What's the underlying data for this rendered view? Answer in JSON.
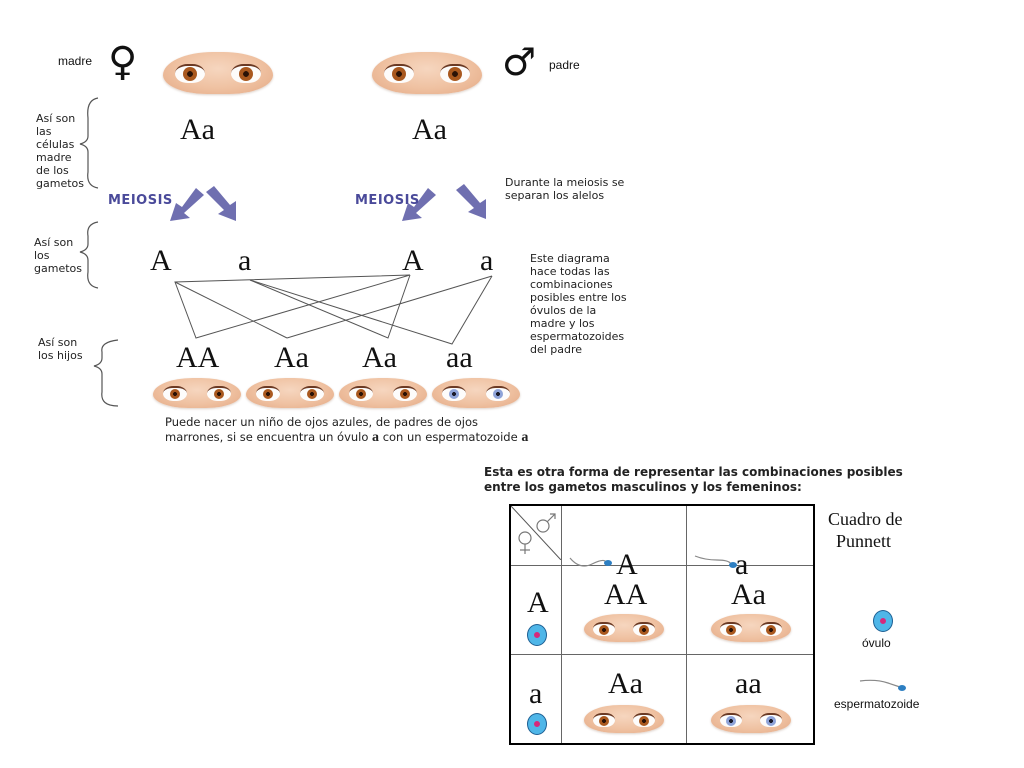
{
  "labels": {
    "madre": "madre",
    "padre": "padre",
    "celulas_madre": [
      "Así son",
      "las",
      "células",
      "madre",
      "de los",
      "gametos"
    ],
    "gametos": [
      "Así son",
      "los",
      "gametos"
    ],
    "hijos": [
      "Así son",
      "los hijos"
    ],
    "meiosis_left": "MEIOSIS",
    "meiosis_right": "MEIOSIS",
    "meiosis_note": [
      "Durante la meiosis se",
      "separan los alelos"
    ],
    "diagrama_note": [
      "Este diagrama",
      "hace todas las",
      "combinaciones",
      "posibles entre los",
      "óvulos de la",
      "madre y los",
      "espermatozoides",
      "del padre"
    ],
    "footnote_line1": "Puede nacer un niño de ojos azules, de padres de ojos",
    "footnote_line2_pre": "marrones, si se encuentra un óvulo ",
    "footnote_a1": "a",
    "footnote_line2_mid": " con un espermatozoide ",
    "footnote_a2": "a",
    "otra_forma": [
      "Esta es otra forma de representar las combinaciones posibles",
      "entre los gametos masculinos y los femeninos:"
    ],
    "cuadro": [
      "Cuadro de",
      "Punnett"
    ],
    "legend_ovulo": "óvulo",
    "legend_esperma": "espermatozoide"
  },
  "parents": {
    "madre_genotype": "Aa",
    "padre_genotype": "Aa",
    "madre_symbol": "♀",
    "padre_symbol": "♂"
  },
  "gametes": [
    "A",
    "a",
    "A",
    "a"
  ],
  "children": [
    {
      "genotype": "AA",
      "eye_color": "brown"
    },
    {
      "genotype": "Aa",
      "eye_color": "brown"
    },
    {
      "genotype": "Aa",
      "eye_color": "brown"
    },
    {
      "genotype": "aa",
      "eye_color": "blue"
    }
  ],
  "punnett": {
    "col_headers": [
      "A",
      "a"
    ],
    "row_headers": [
      "A",
      "a"
    ],
    "cells": [
      [
        {
          "genotype": "AA",
          "eye_color": "brown"
        },
        {
          "genotype": "Aa",
          "eye_color": "brown"
        }
      ],
      [
        {
          "genotype": "Aa",
          "eye_color": "brown"
        },
        {
          "genotype": "aa",
          "eye_color": "blue"
        }
      ]
    ]
  },
  "colors": {
    "skin": "#efc1a1",
    "iris_brown": "#a9581e",
    "iris_blue": "#8ea3d8",
    "meiosis_text": "#4a4a9a",
    "arrow": "#6f6fb0",
    "ovulo": "#4fb6e8"
  }
}
